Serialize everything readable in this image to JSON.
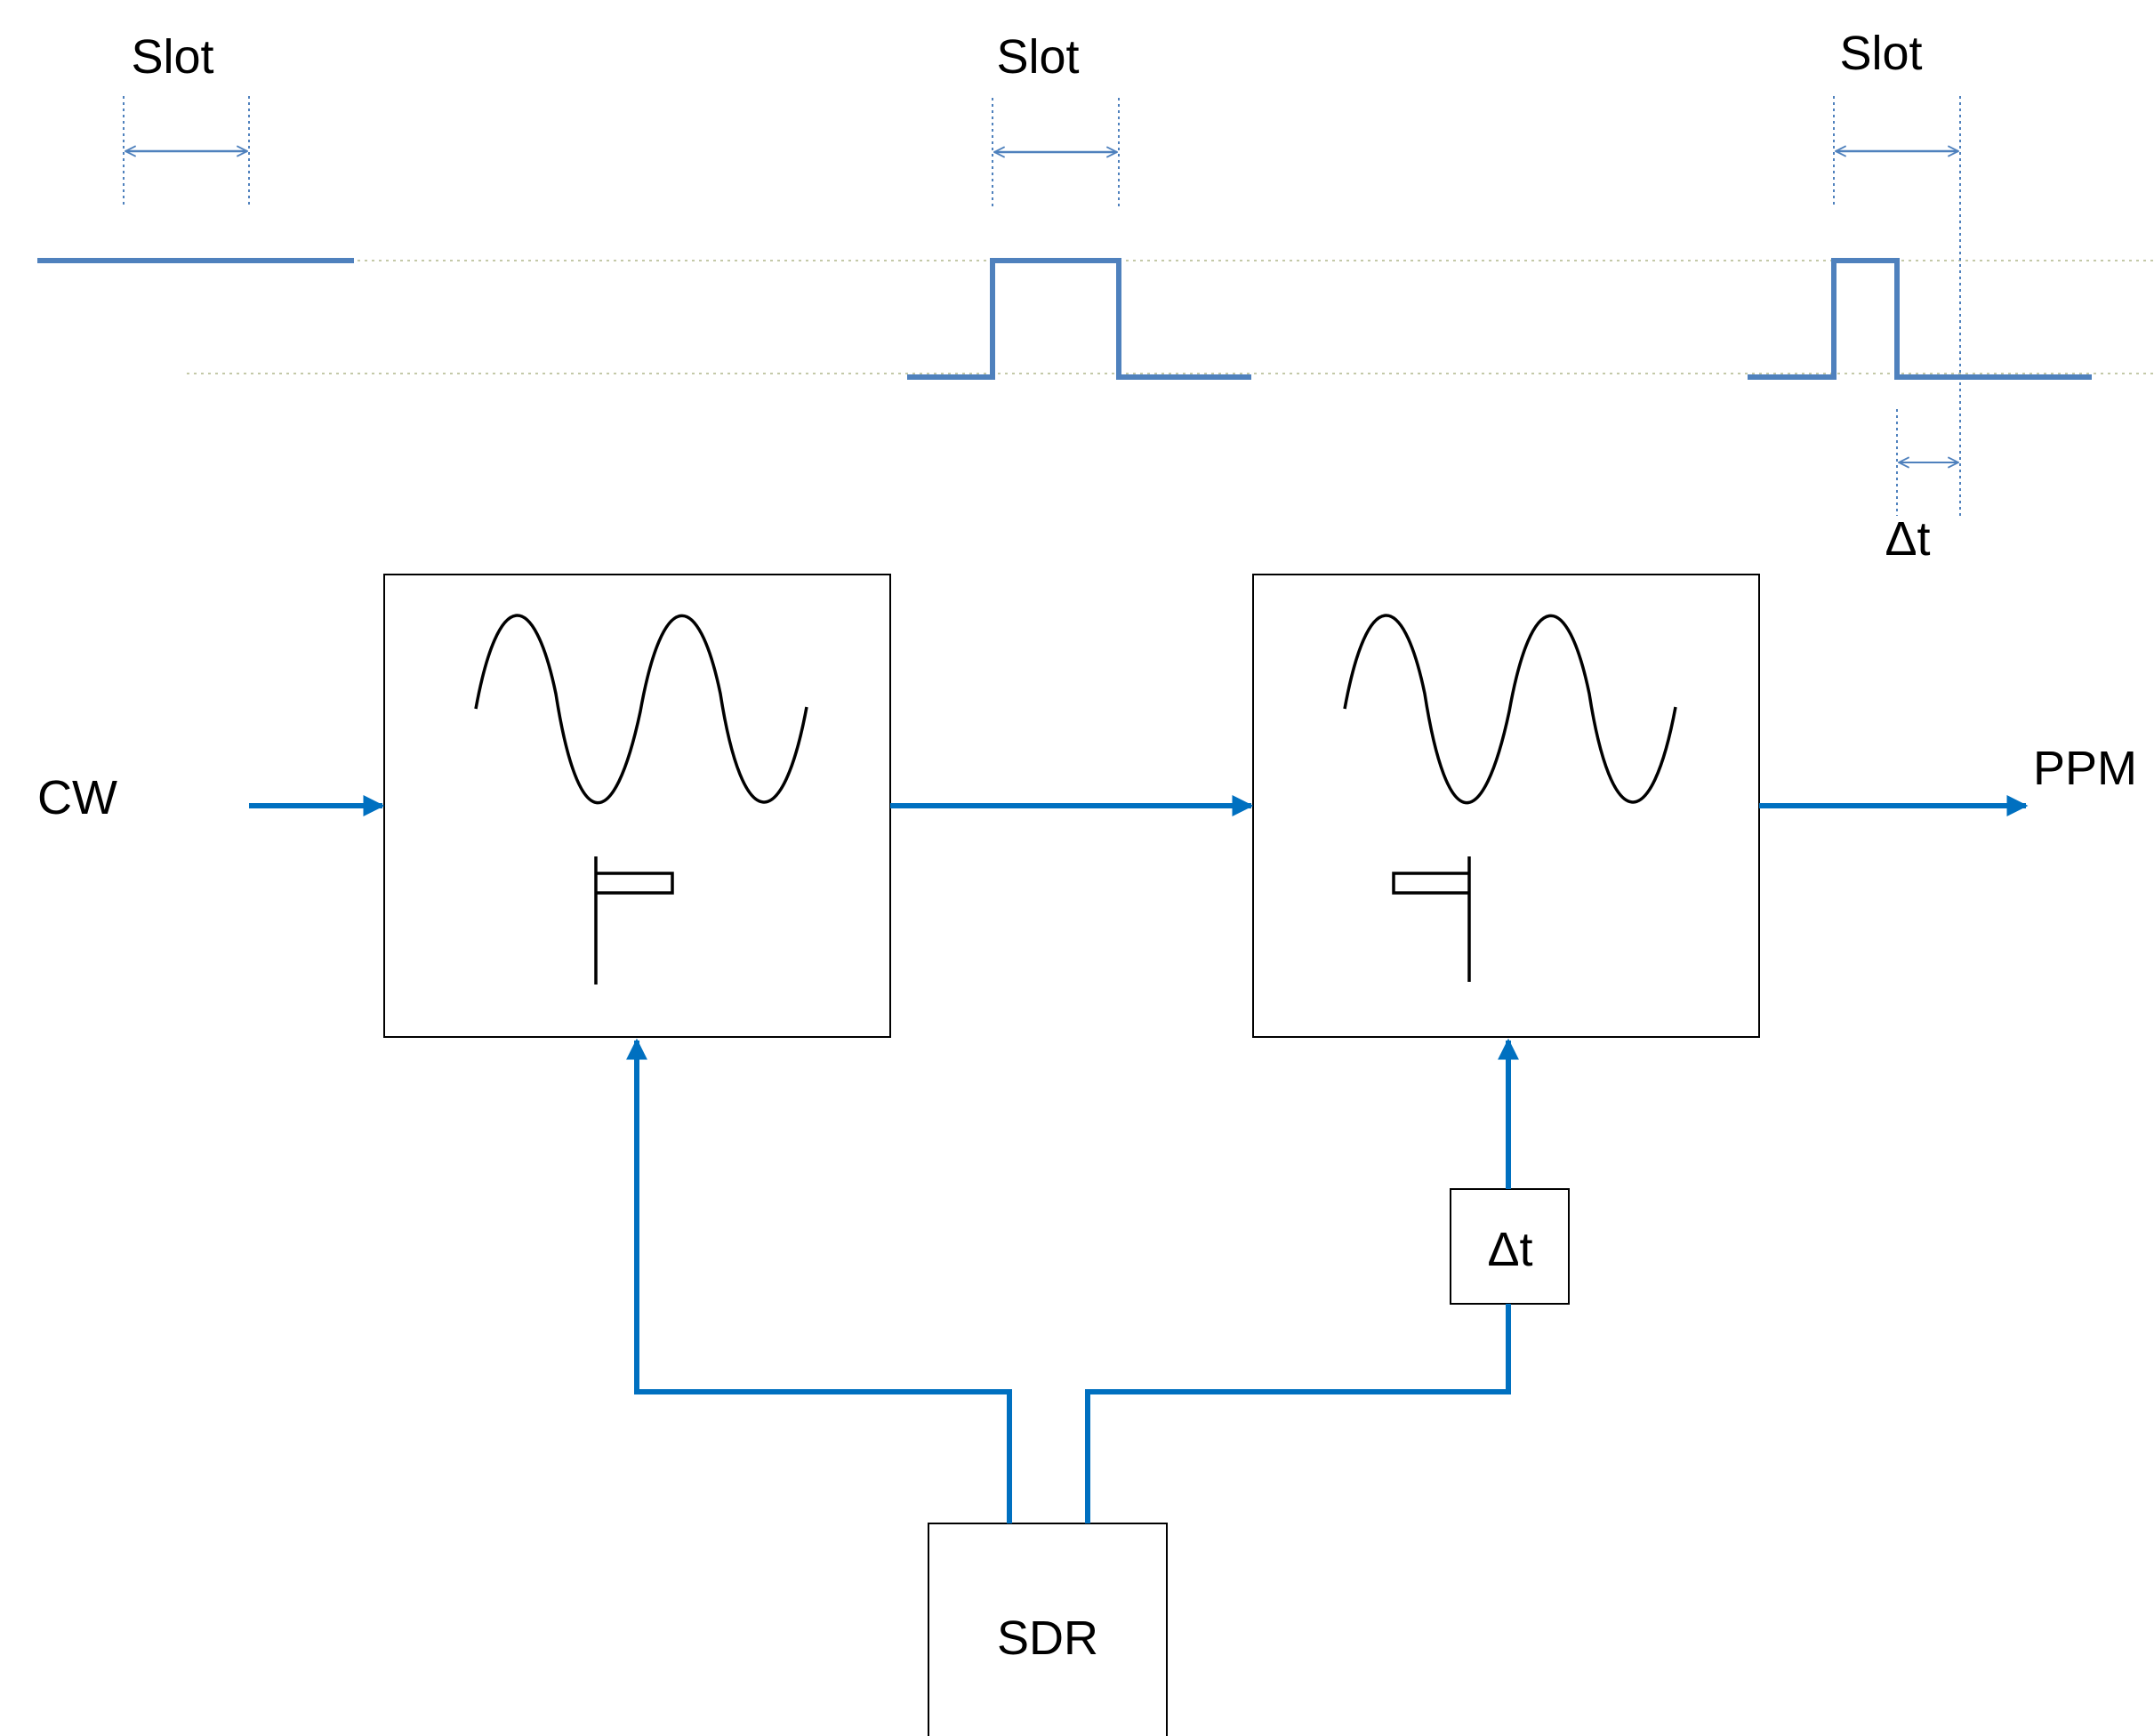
{
  "timing": {
    "slot_label_1": "Slot",
    "slot_label_2": "Slot",
    "slot_label_3": "Slot",
    "delta_t_label": "Δt"
  },
  "blocks": {
    "input_label": "CW",
    "output_label": "PPM",
    "delay_label": "Δt",
    "source_label": "SDR"
  },
  "colors": {
    "signal": "#0070C0",
    "waveform": "#4F81BD",
    "guide": "#C4C9A8",
    "outline": "#000000"
  }
}
